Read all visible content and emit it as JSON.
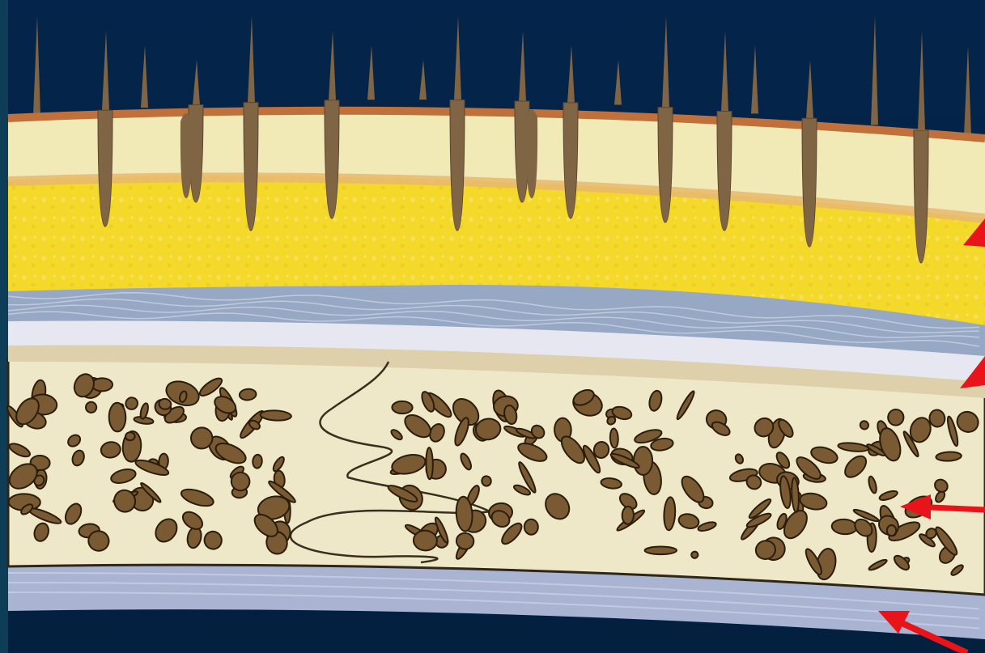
{
  "colors": {
    "frame": "#0e3d57",
    "background": "#03224a",
    "epidermis_edge": "#c0703a",
    "dermis": "#f1e9b6",
    "subcutaneous_fat": "#f4d82a",
    "galea": "#97a8c4",
    "loose_connective": "#e6e7f0",
    "pericranium": "#e3d8b6",
    "bone": "#eee8c8",
    "diploe_spaces": "#7a5a32",
    "dura": "#a9b4d2",
    "hair": "#7f6544",
    "arrows": "#e8141a",
    "suture_line": "#3a2e1e"
  },
  "pointer_arrows": [
    {
      "name": "arrow-fat-layer"
    },
    {
      "name": "arrow-pericranium"
    },
    {
      "name": "arrow-diploe"
    },
    {
      "name": "arrow-dura"
    }
  ]
}
